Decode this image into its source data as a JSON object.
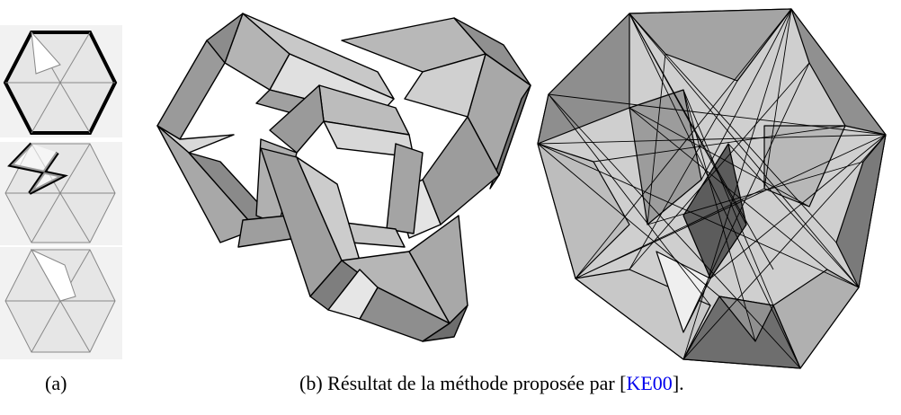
{
  "figure": {
    "caption_a": "(a)",
    "caption_b_prefix": "(b) Résultat de la méthode proposée par [",
    "caption_b_cite": "KE00",
    "caption_b_suffix": "]."
  },
  "colors": {
    "face_light": "#e6e6e6",
    "face_mid": "#b4b4b4",
    "face_dark": "#8c8c8c",
    "edge": "#000000",
    "link": "#0000ee"
  }
}
